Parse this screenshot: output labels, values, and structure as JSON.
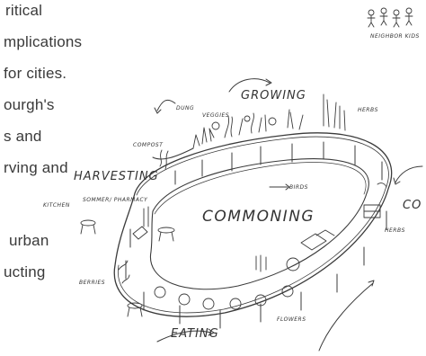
{
  "body_text": {
    "lines": [
      "ritical",
      "mplications",
      "for cities.",
      "ourgh's",
      "s and",
      "rving and",
      "",
      "urban",
      "ucting"
    ]
  },
  "sketch": {
    "center_label": "COMMONING",
    "labels": {
      "growing": "GROWING",
      "harvesting": "HARVESTING",
      "eating": "EATING",
      "co": "CO",
      "neighbor_kids": "NEIGHBOR KIDS",
      "compost": "COMPOST",
      "dung": "DUNG",
      "veggies": "VEGGIES",
      "herbs_top": "HERBS",
      "herbs_right": "HERBS",
      "birds": "BIRDS",
      "berries": "BERRIES",
      "flowers": "FLOWERS",
      "kitchen": "KITCHEN",
      "sommer_pharmacy": "SOMMER/ PHARMACY"
    }
  }
}
